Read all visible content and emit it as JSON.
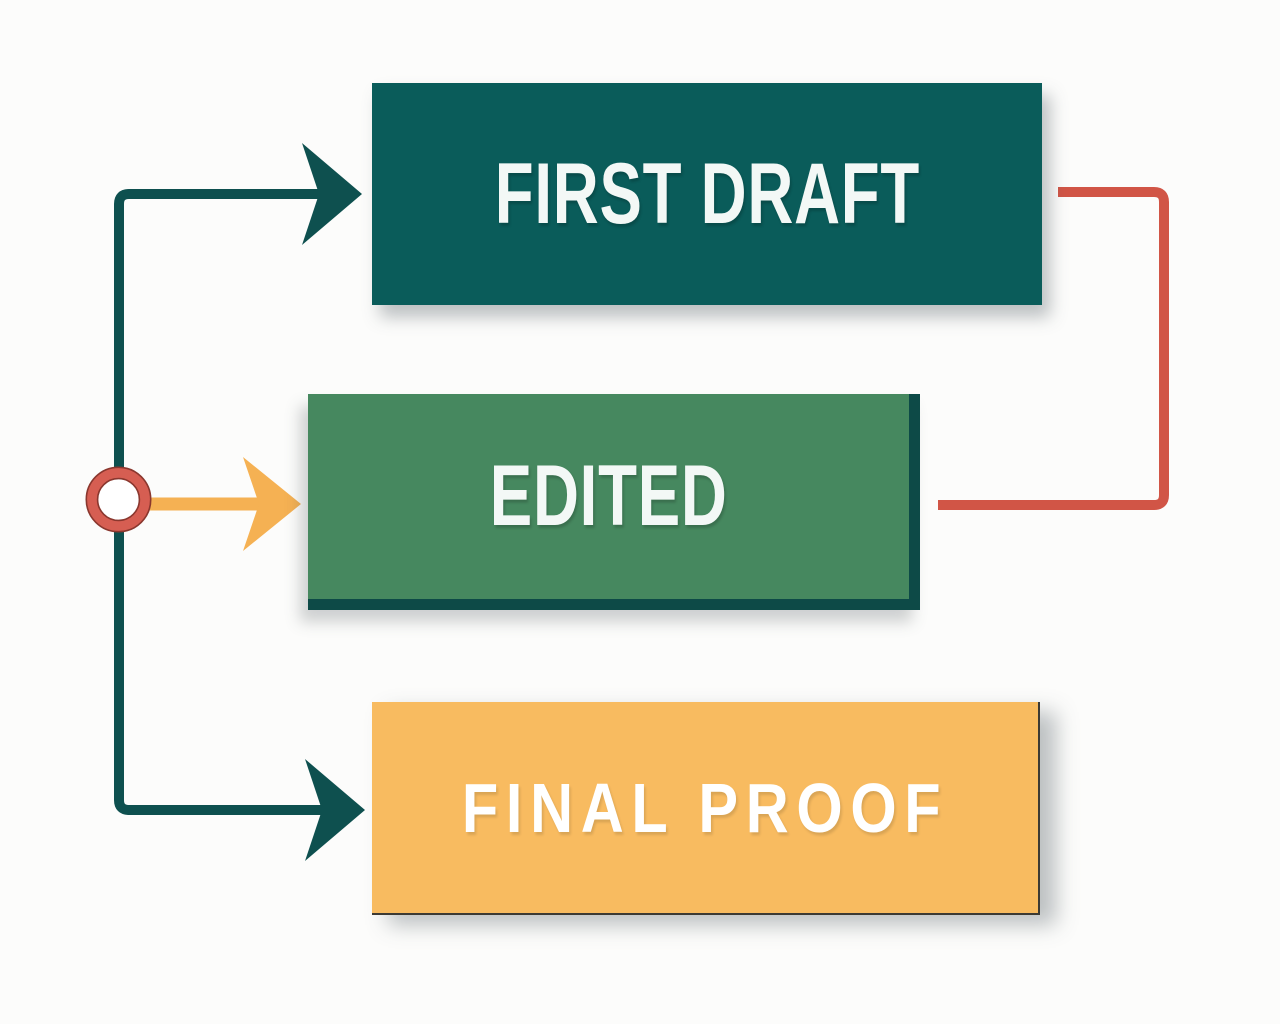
{
  "background": "#fcfcfb",
  "diagram": {
    "nodes": [
      {
        "id": "first-draft",
        "label": "FIRST DRAFT",
        "fill": "#0a5c5a",
        "text_color": "#f3f8f6"
      },
      {
        "id": "edited",
        "label": "EDITED",
        "fill": "#46885f",
        "text_color": "#f3f8f6",
        "border_color": "#0d4a47"
      },
      {
        "id": "final-proof",
        "label": "FINAL PROOF",
        "fill": "#f8bb60",
        "text_color": "#ffffff",
        "border_color": "#3c3a34"
      }
    ],
    "edges": [
      {
        "from": "branch-point",
        "to": "first-draft",
        "style": "teal-arrow"
      },
      {
        "from": "branch-point",
        "to": "edited",
        "style": "amber-arrow"
      },
      {
        "from": "branch-point",
        "to": "final-proof",
        "style": "teal-arrow"
      },
      {
        "from": "first-draft",
        "to": "edited",
        "style": "red-feedback-line"
      }
    ]
  },
  "connectors": {
    "main_color": "#0e504f",
    "feedback_color": "#d15546",
    "branch_color": "#f5b153",
    "circle_ring_color": "#d65e52",
    "circle_outline_color": "#8a372e"
  }
}
